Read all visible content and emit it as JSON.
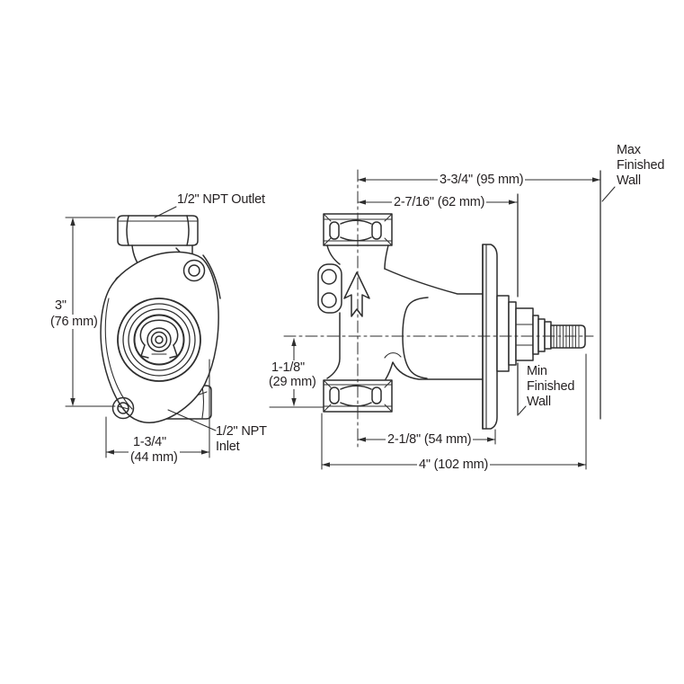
{
  "drawing": {
    "line_color": "#2e2e2e",
    "background": "#ffffff",
    "front_view": {
      "outlet_label": "1/2\" NPT Outlet",
      "inlet_label": [
        "1/2\" NPT",
        "Inlet"
      ],
      "height_dim": [
        "3\"",
        "(76 mm)"
      ],
      "width_dim": [
        "1-3/4\"",
        "(44 mm)"
      ]
    },
    "side_view": {
      "max_wall_dim": "3-3/4\" (95 mm)",
      "min_wall_dim": "2-7/16\" (62 mm)",
      "inlet_drop_dim": [
        "1-1/8\"",
        "(29 mm)"
      ],
      "flange_dim": "2-1/8\" (54 mm)",
      "overall_dim": "4\" (102 mm)",
      "max_wall_label": [
        "Max",
        "Finished",
        "Wall"
      ],
      "min_wall_label": [
        "Min",
        "Finished",
        "Wall"
      ]
    }
  }
}
